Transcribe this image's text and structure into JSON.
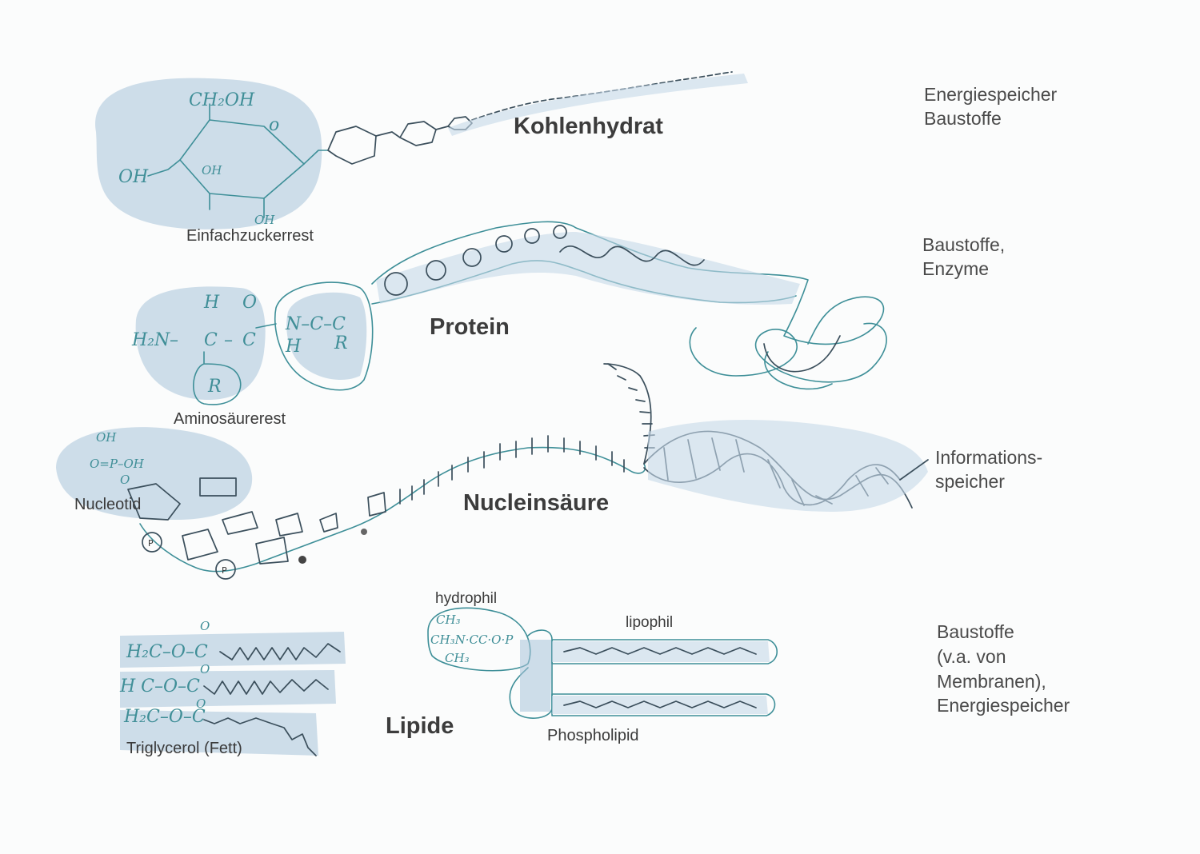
{
  "sections": {
    "carbohydrate": {
      "title": "Kohlenhydrat",
      "unit_label": "Einfachzuckerrest",
      "roles": [
        "Energiespeicher",
        "Baustoffe"
      ]
    },
    "protein": {
      "title": "Protein",
      "unit_label": "Aminosäurerest",
      "roles": [
        "Baustoffe,",
        "Enzyme"
      ]
    },
    "nucleic_acid": {
      "title": "Nucleinsäure",
      "unit_label": "Nucleotid",
      "roles": [
        "Informations-",
        "speicher"
      ]
    },
    "lipids": {
      "title": "Lipide",
      "triglyceride_label": "Triglycerol (Fett)",
      "phospholipid_label": "Phospholipid",
      "hydrophilic_label": "hydrophil",
      "lipophilic_label": "lipophil",
      "roles": [
        "Baustoffe",
        "(v.a. von",
        "Membranen),",
        "Energiespeicher"
      ]
    }
  },
  "colors": {
    "wash": "#a8c3d9",
    "ink_teal": "#3e8f98",
    "ink_dark": "#3b4f5c",
    "text": "#444444"
  }
}
